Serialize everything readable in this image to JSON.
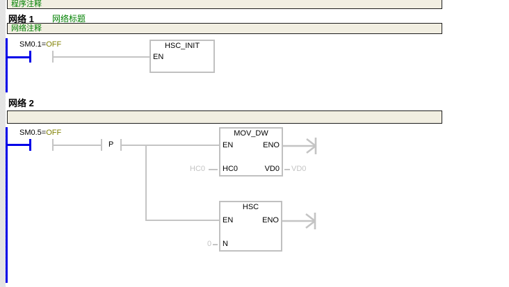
{
  "editor": {
    "program_comment": {
      "label": "程序注释"
    },
    "network1": {
      "label": "网络 1",
      "title": "网络标题",
      "comment": {
        "label": "网络注释"
      },
      "contact": {
        "operand": "SM0.1=",
        "value": "OFF"
      },
      "hsc_init_box": {
        "title": "HSC_INIT",
        "en": "EN"
      }
    },
    "network2": {
      "label": "网络 2",
      "comment": {
        "label": ""
      },
      "contact": {
        "operand": "SM0.5=",
        "value": "OFF"
      },
      "p_contact": {
        "label": "P"
      },
      "mov_dw_box": {
        "title": "MOV_DW",
        "en": "EN",
        "eno": "ENO",
        "in_pin": "HC0",
        "in_operand": "HC0",
        "out_pin": "VD0",
        "out_operand": "VD0"
      },
      "hsc_box": {
        "title": "HSC",
        "en": "EN",
        "eno": "ENO",
        "in_pin": "N",
        "in_operand": "0"
      }
    },
    "colors": {
      "powered_blue": "#0000e8",
      "wire_gray": "#c4c4c4",
      "comment_green": "#008000",
      "status_olive": "#808000",
      "comment_bar_bg": "#f1eee1"
    }
  }
}
